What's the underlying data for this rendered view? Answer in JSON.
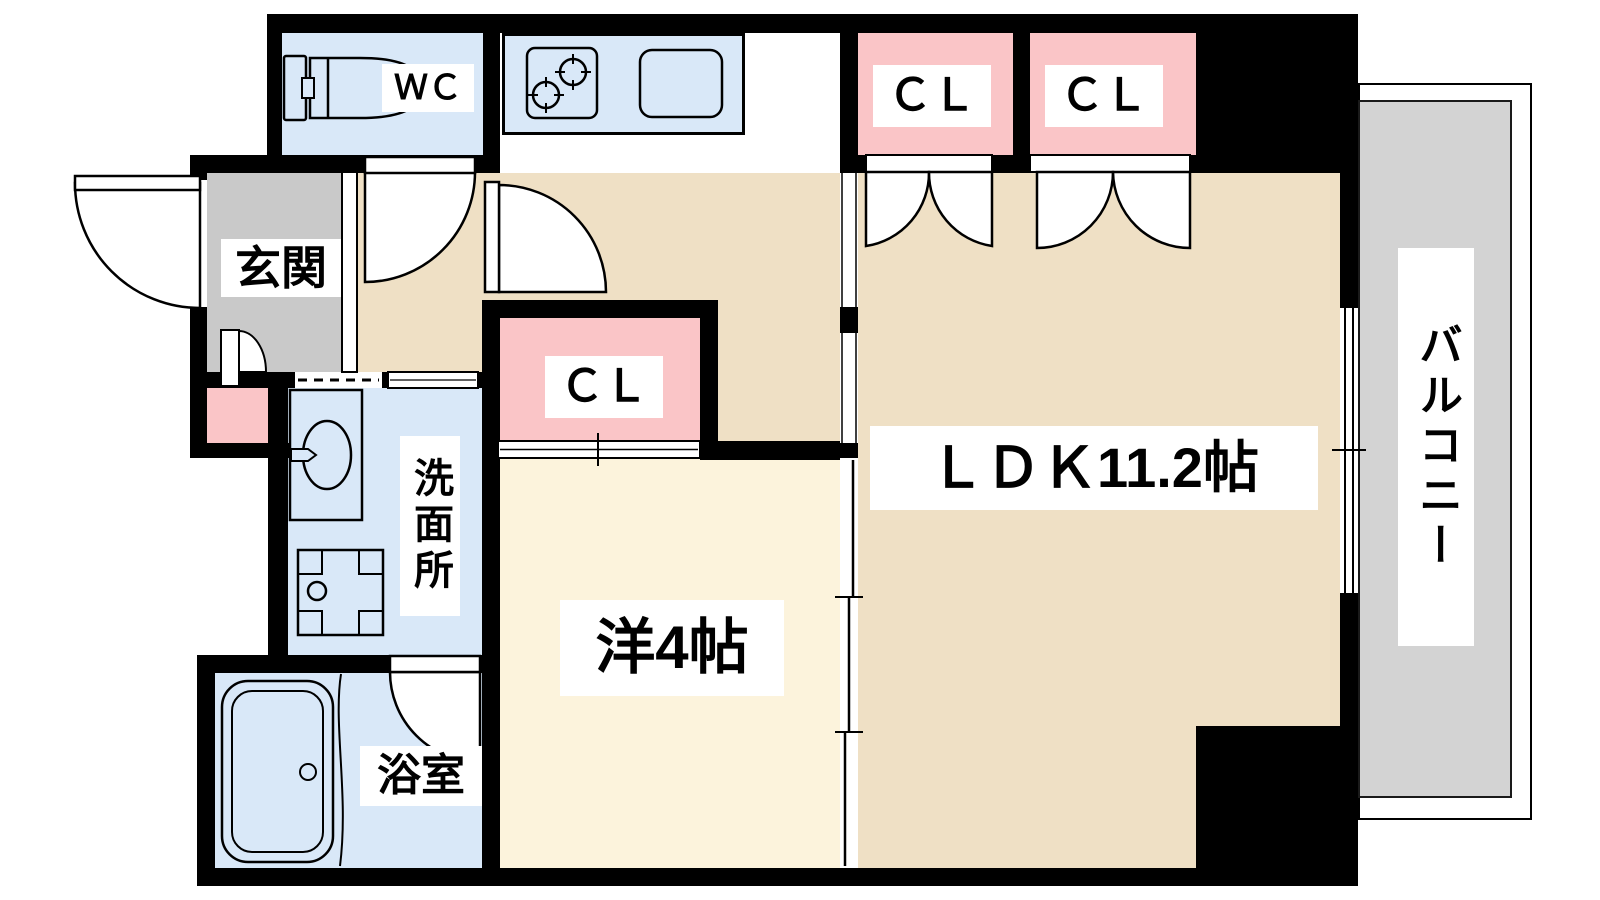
{
  "floorplan": {
    "title": "1LDK apartment floor plan",
    "rooms": {
      "wc": {
        "label": "ＷＣ"
      },
      "genkan": {
        "label": "玄関"
      },
      "closet1": {
        "label": "ＣＬ"
      },
      "closet2": {
        "label": "ＣＬ"
      },
      "closet3": {
        "label": "ＣＬ"
      },
      "ldk": {
        "label": "ＬＤＫ11.2帖"
      },
      "western_room": {
        "label": "洋4帖"
      },
      "washroom": {
        "label": "洗面所"
      },
      "bathroom": {
        "label": "浴室"
      },
      "balcony": {
        "label": "バルコニー"
      }
    },
    "fixtures": {
      "toilet": "toilet",
      "stove": "two-burner-stove",
      "kitchen_sink": "kitchen-sink",
      "vanity": "vanity-sink",
      "washer_pan": "washing-machine-pan",
      "bathtub": "bathtub"
    },
    "colors": {
      "wall": "#000000",
      "ldk_floor": "#EFE0C5",
      "western_room_floor": "#FCF3DC",
      "wet_area_floor": "#D9E8F8",
      "closet_fill": "#FAC5C7",
      "genkan_floor": "#C9C9C9",
      "balcony_floor": "#D3D3D3",
      "line": "#000000",
      "label_bg": "#FFFFFF"
    }
  }
}
